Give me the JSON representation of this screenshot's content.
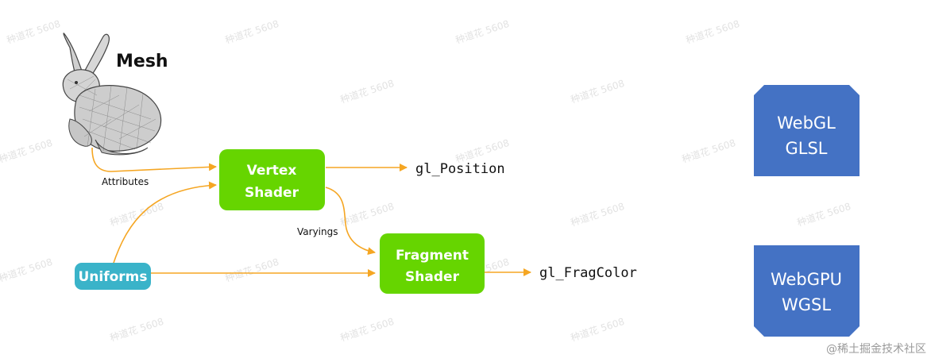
{
  "mesh": {
    "label": "Mesh",
    "image": "bunny-mesh-icon"
  },
  "nodes": {
    "vertex_shader": {
      "line1": "Vertex",
      "line2": "Shader",
      "color": "#66d500"
    },
    "fragment_shader": {
      "line1": "Fragment",
      "line2": "Shader",
      "color": "#66d500"
    },
    "uniforms": {
      "label": "Uniforms",
      "color": "#3ab3c9"
    }
  },
  "edge_labels": {
    "attributes": "Attributes",
    "varyings": "Varyings"
  },
  "outputs": {
    "gl_position": "gl_Position",
    "gl_fragcolor": "gl_FragColor"
  },
  "badges": {
    "webgl": {
      "line1": "WebGL",
      "line2": "GLSL",
      "color": "#4472c4"
    },
    "webgpu": {
      "line1": "WebGPU",
      "line2": "WGSL",
      "color": "#4472c4"
    }
  },
  "watermark": {
    "repeat_text": "种道花 5608",
    "site": "@稀土掘金技术社区"
  },
  "colors": {
    "arrow": "#f5a623",
    "node_text": "#ffffff"
  }
}
